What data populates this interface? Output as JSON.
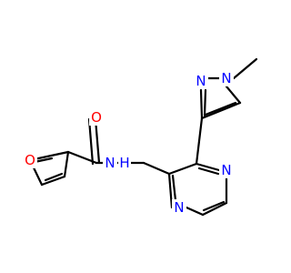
{
  "molecule": {
    "atoms": [
      {
        "id": "O_furan",
        "label": "O",
        "color": "#ff0000"
      },
      {
        "id": "O_carbonyl",
        "label": "O",
        "color": "#ff0000"
      },
      {
        "id": "N_amide",
        "label": "N",
        "color": "#0000ff"
      },
      {
        "id": "H_amide",
        "label": "H",
        "color": "#0000ff"
      },
      {
        "id": "N_pyrazine_a",
        "label": "N",
        "color": "#0000ff"
      },
      {
        "id": "N_pyrazine_b",
        "label": "N",
        "color": "#0000ff"
      },
      {
        "id": "N_pyrazole_1",
        "label": "N",
        "color": "#0000ff"
      },
      {
        "id": "N_pyrazole_2",
        "label": "N",
        "color": "#0000ff"
      }
    ],
    "bond_color": "#000000"
  }
}
